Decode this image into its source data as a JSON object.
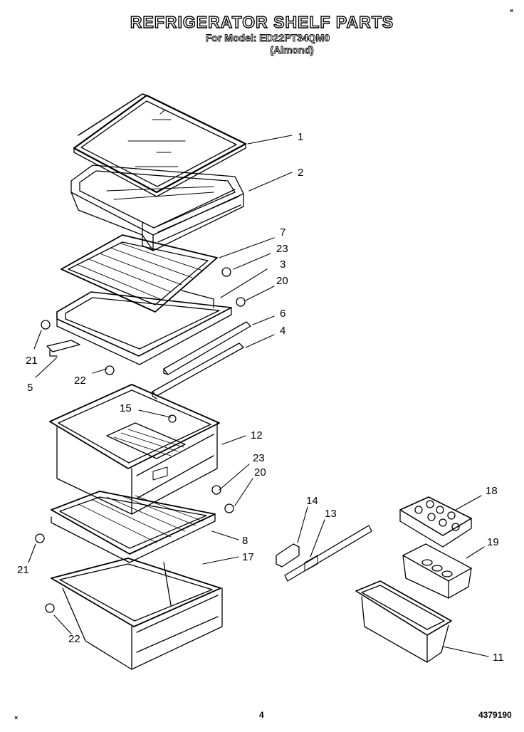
{
  "header": {
    "title": "REFRIGERATOR SHELF PARTS",
    "model_line": "For Model: ED22PT34QM0",
    "color_line": "(Almond)"
  },
  "footer": {
    "page_number": "4",
    "document_number": "4379190"
  },
  "marks": {
    "top_right": "×",
    "bottom_left": "×"
  },
  "callouts": {
    "c1": "1",
    "c2": "2",
    "c7": "7",
    "c23a": "23",
    "c3": "3",
    "c20a": "20",
    "c6": "6",
    "c4": "4",
    "c21a": "21",
    "c5": "5",
    "c22a": "22",
    "c15": "15",
    "c12": "12",
    "c23b": "23",
    "c20b": "20",
    "c14": "14",
    "c13": "13",
    "c18": "18",
    "c19": "19",
    "c8": "8",
    "c17": "17",
    "c21b": "21",
    "c22b": "22",
    "c11": "11"
  }
}
